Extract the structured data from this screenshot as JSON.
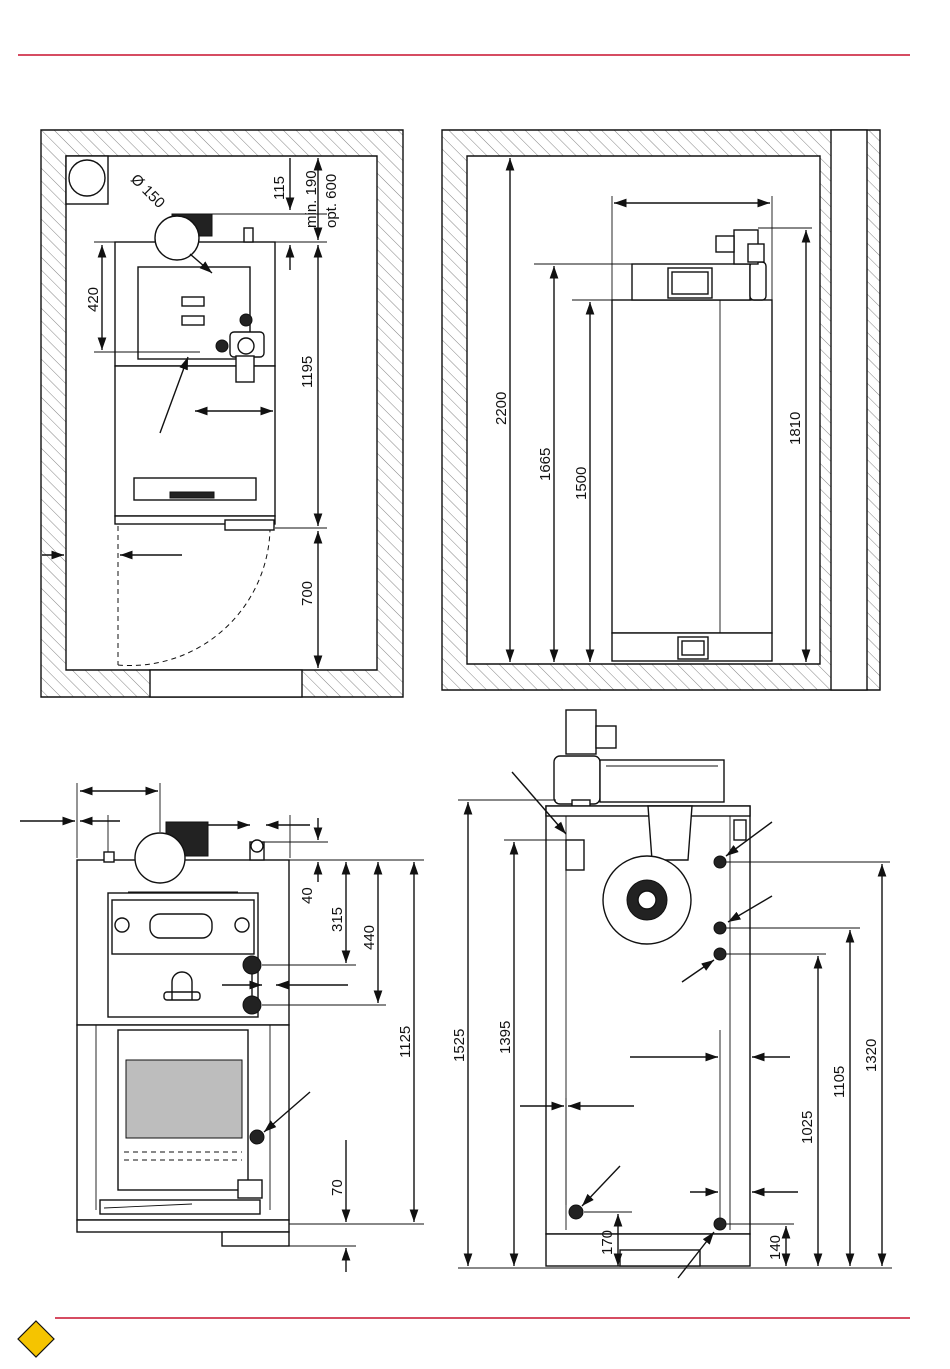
{
  "dimensions": {
    "top_left": {
      "flue_diameter": "Ø 150",
      "d_115": "115",
      "d_min190": "min. 190",
      "d_opt600": "opt. 600",
      "d_420": "420",
      "d_1195": "1195",
      "d_700": "700"
    },
    "top_right": {
      "d_2200": "2200",
      "d_1665": "1665",
      "d_1500": "1500",
      "d_1810": "1810"
    },
    "bottom_left": {
      "d_40": "40",
      "d_315": "315",
      "d_440": "440",
      "d_1125": "1125",
      "d_70": "70"
    },
    "bottom_right": {
      "d_1525": "1525",
      "d_1395": "1395",
      "d_1025": "1025",
      "d_1105": "1105",
      "d_1320": "1320",
      "d_170": "170",
      "d_140": "140"
    }
  },
  "colors": {
    "rule": "#c8102e",
    "logo": "#f5c400"
  },
  "icons": {
    "logo": "diamond-logo-icon"
  }
}
